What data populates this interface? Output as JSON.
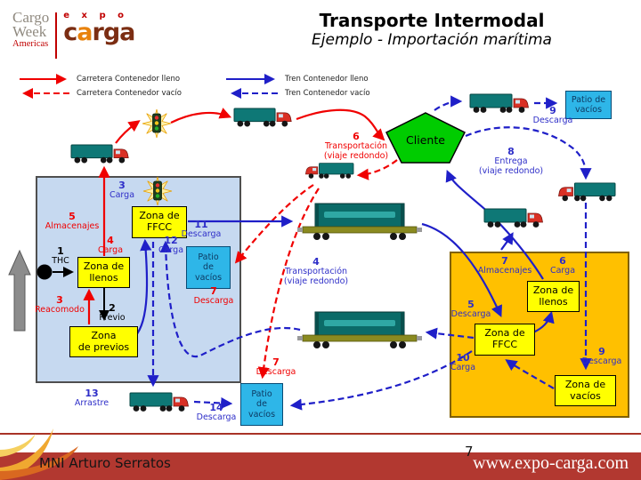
{
  "logo": {
    "line1": "Cargo",
    "line2": "Week",
    "line3": "Americas",
    "expo_top": "e x p o",
    "carga_prefix": "c",
    "carga_accent": "a",
    "carga_suffix": "rga"
  },
  "title": {
    "main": "Transporte Intermodal",
    "subtitle": "Ejemplo - Importación marítima"
  },
  "legend": {
    "road_full": "Carretera Contenedor lleno",
    "road_empty": "Carretera Contenedor vacío",
    "rail_full": "Tren Contenedor lleno",
    "rail_empty": "Tren Contenedor vacío"
  },
  "zones": {
    "ffcc_left": "Zona de\nFFCC",
    "llenos_left": "Zona de\nllenos",
    "previos": "Zona\nde previos",
    "patio_left": "Patio\nde\nvacíos",
    "patio_top": "Patio de\nvacíos",
    "patio_bottom": "Patio\nde\nvacíos",
    "cliente": "Cliente",
    "llenos_right": "Zona de\nllenos",
    "ffcc_right": "Zona de\nFFCC",
    "vacios_right": "Zona de\nvacíos"
  },
  "steps": [
    {
      "num": "1",
      "label": "THC"
    },
    {
      "num": "2",
      "label": "Previo"
    },
    {
      "num": "3",
      "label": "Reacomodo"
    },
    {
      "num": "5",
      "label": "Almacenajes"
    },
    {
      "num": "4",
      "label": "Carga"
    },
    {
      "num": "3",
      "label": "Carga"
    },
    {
      "num": "11",
      "label": "Descarga"
    },
    {
      "num": "12",
      "label": "Carga"
    },
    {
      "num": "7",
      "label": "Descarga"
    },
    {
      "num": "6",
      "label": "Transportación",
      "sub": "(viaje redondo)"
    },
    {
      "num": "4",
      "label": "Transportación",
      "sub": "(viaje redondo)"
    },
    {
      "num": "7",
      "label": "Descarga"
    },
    {
      "num": "13",
      "label": "Arrastre"
    },
    {
      "num": "14",
      "label": "Descarga"
    },
    {
      "num": "8",
      "label": "Entrega",
      "sub": "(viaje redondo)"
    },
    {
      "num": "9",
      "label": "Descarga"
    },
    {
      "num": "7",
      "label": "Almacenajes"
    },
    {
      "num": "6",
      "label": "Carga"
    },
    {
      "num": "5",
      "label": "Descarga"
    },
    {
      "num": "10",
      "label": "Carga"
    },
    {
      "num": "9",
      "label": "Descarga"
    }
  ],
  "footer": {
    "author": "MNI Arturo Serratos",
    "page": "7",
    "site": "www.expo-carga.com"
  },
  "colors": {
    "road_route": "#FF0000",
    "rail_route": "#1F1FC8",
    "port_area": "#C6D9F0",
    "rail_terminal": "#FFC000",
    "zone_box": "#FFFF00",
    "patio_box": "#2EB6E8",
    "client": "#00CC00",
    "footer_band": "#B23830"
  }
}
